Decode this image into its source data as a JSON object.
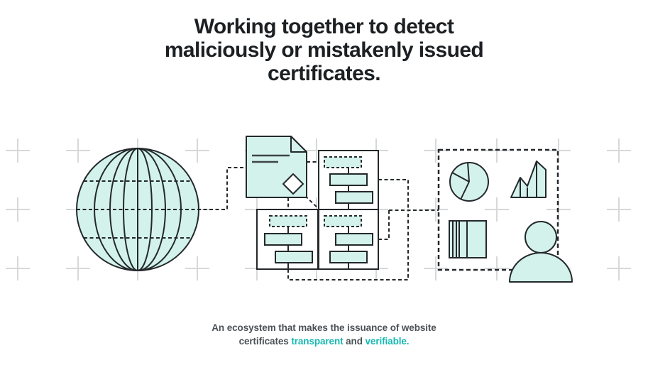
{
  "colors": {
    "mint": "#d3f2eb",
    "ink": "#24282b",
    "grid": "#d7d8d9",
    "heading": "#1c2023",
    "caption": "#4b5256",
    "teal": "#16b8b2",
    "docline": "#3f4548"
  },
  "hero": {
    "title_lines": [
      "Working together to detect",
      "maliciously or mistakenly issued",
      "certificates."
    ],
    "caption": {
      "line1": "An ecosystem that makes the issuance of website",
      "line2_prefix": "certificates ",
      "line2_highlight1": "transparent",
      "line2_middle": " and ",
      "line2_highlight2": "verifiable."
    }
  },
  "illustration": {
    "icons": [
      "globe-icon",
      "certificate-document-icon",
      "diamond-seal-icon",
      "log-flowchart-icon",
      "log-flowchart-icon",
      "log-flowchart-icon",
      "dashboard-outline",
      "pie-chart-icon",
      "area-chart-icon",
      "log-stack-icon",
      "person-icon"
    ]
  }
}
